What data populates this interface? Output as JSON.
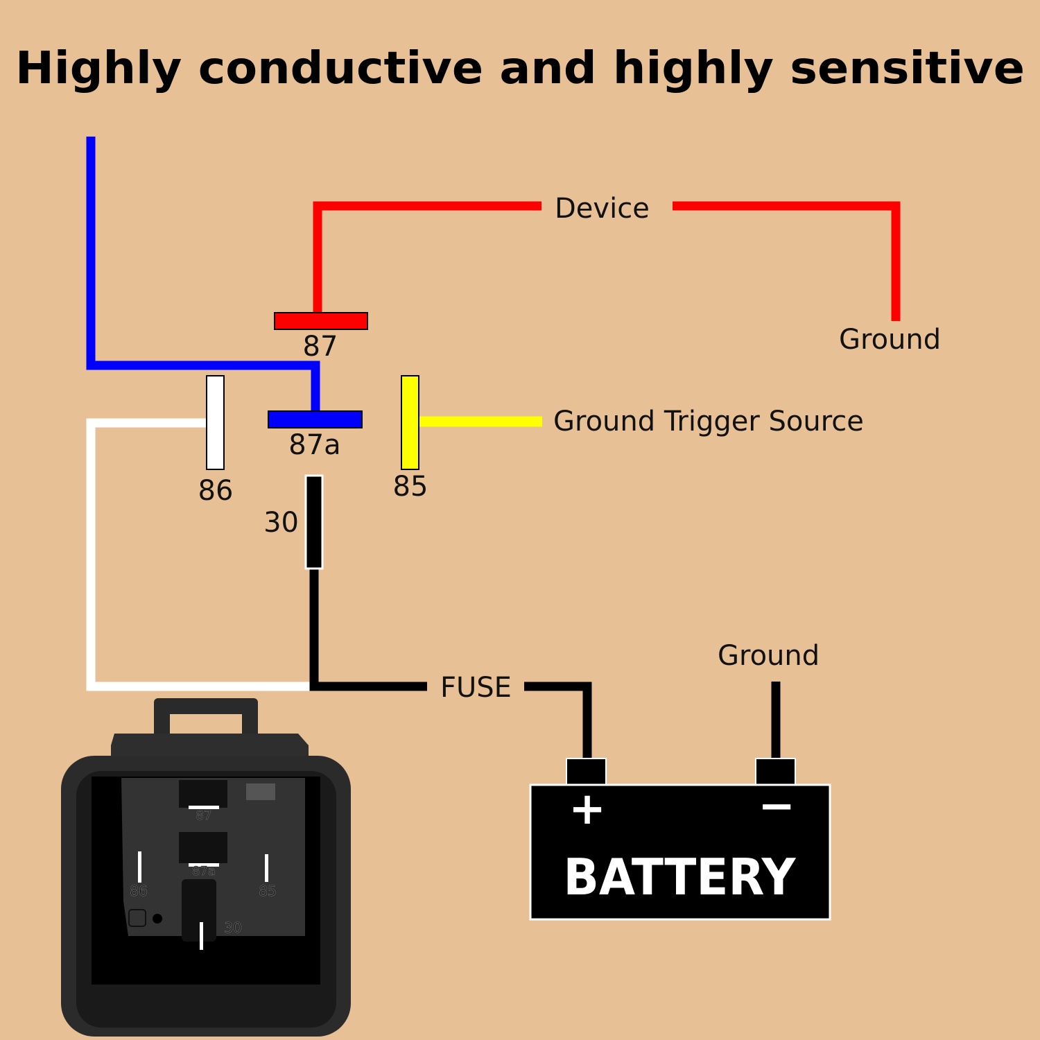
{
  "title": "Highly conductive and highly sensitive",
  "labels": {
    "device": "Device",
    "ground_top": "Ground",
    "trigger": "Ground Trigger Source",
    "fuse": "FUSE",
    "ground_battery": "Ground"
  },
  "terminals": {
    "t87": "87",
    "t87a": "87a",
    "t86": "86",
    "t85": "85",
    "t30": "30"
  },
  "battery": {
    "label": "BATTERY",
    "plus": "+",
    "minus": "−"
  },
  "relay_photo": {
    "pins": [
      "87",
      "87a",
      "86",
      "85",
      "30"
    ]
  },
  "colors": {
    "background": "#e8c096",
    "wire_87": "#ff0000",
    "wire_87a": "#0000ff",
    "wire_86": "#ffffff",
    "wire_85": "#ffff00",
    "wire_30": "#000000"
  }
}
